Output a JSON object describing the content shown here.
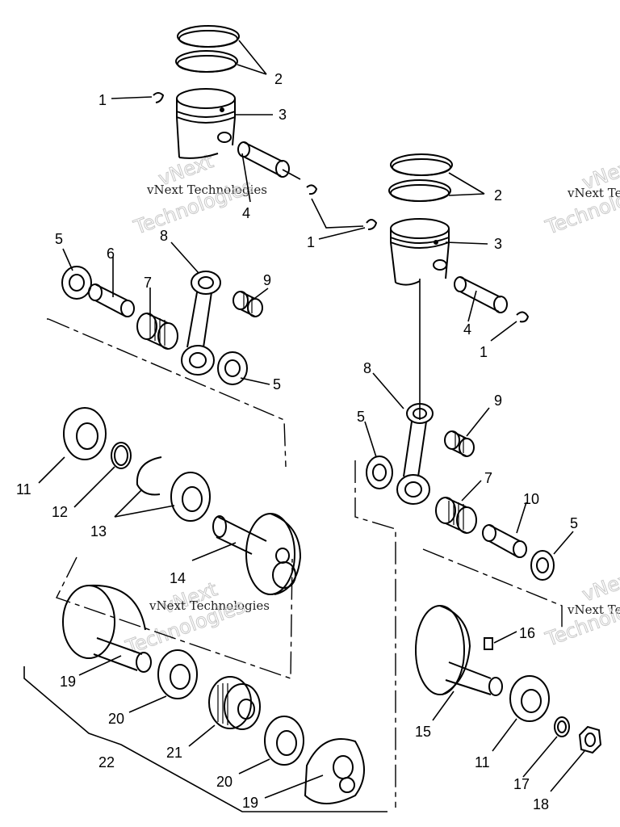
{
  "watermark": {
    "brand_top": "vNext",
    "brand_mid": "vNext Technologies",
    "brand_bottom": "Technologies"
  },
  "labels": {
    "ring_left": "2",
    "clip_left_top": "1",
    "piston_left": "3",
    "pin_left": "4",
    "ring_right": "2",
    "clip_mid": "1",
    "piston_right": "3",
    "pin_right": "4",
    "clip_right": "1",
    "washer_l_top": "5",
    "spacer_l": "6",
    "bearing_l_big": "7",
    "rod_l": "8",
    "bearing_l_small": "9",
    "washer_l_bot": "5",
    "rod_r": "8",
    "bearing_r_small": "9",
    "washer_r_left": "5",
    "bearing_r_big": "7",
    "spacer_r": "10",
    "washer_r_right": "5",
    "main_brg_l": "11",
    "snap_ring": "12",
    "seal_rings": "13",
    "crank_l": "14",
    "crank_r": "15",
    "key": "16",
    "main_brg_r": "11",
    "washer_nut": "17",
    "nut": "18",
    "crank_web_top": "19",
    "crank_web_bot": "19",
    "main_brg_c1": "20",
    "main_brg_c2": "20",
    "center_seal": "21",
    "crank_assy": "22"
  }
}
